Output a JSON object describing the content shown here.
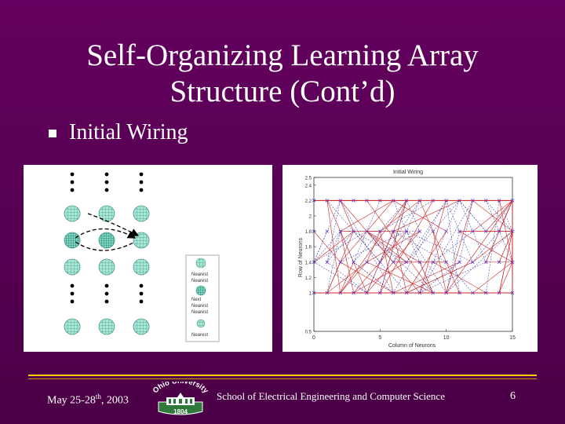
{
  "title": {
    "line1": "Self-Organizing Learning Array",
    "line2": "Structure (Cont’d)"
  },
  "bullet": {
    "text": "Initial Wiring"
  },
  "left_figure": {
    "legend": [
      "Nearest",
      "Nearest",
      "Next",
      "Nearest",
      "Nearest",
      "Nearest"
    ]
  },
  "right_figure": {
    "chart_data": {
      "type": "line",
      "title": "Initial Wiring",
      "xlabel": "Column of Neurons",
      "ylabel": "Row of Neurons",
      "xlim": [
        0,
        15
      ],
      "ylim": [
        0.5,
        2.5
      ],
      "xticks": [
        0,
        5,
        10,
        15
      ],
      "yticks": [
        0.5,
        1,
        1.2,
        1.4,
        1.6,
        1.8,
        2,
        2.2,
        2.4,
        2.5
      ],
      "ytick_labels": [
        "0.5",
        "1",
        "1.2",
        "1.4",
        "1.6",
        "1.8",
        "2",
        "2.2",
        "2.4",
        "2.5"
      ],
      "rows": [
        1,
        1.4,
        1.8,
        2.2
      ],
      "columns": [
        0,
        1,
        2,
        3,
        4,
        5,
        6,
        7,
        8,
        9,
        10,
        11,
        12,
        13,
        14,
        15
      ],
      "colors": {
        "solid": "#cc2222",
        "dashed": "#333399",
        "nodes": "#6633cc"
      }
    }
  },
  "footer": {
    "date_main": "May 25-28",
    "date_sup": "th",
    "date_year": ", 2003",
    "school": "School of Electrical Engineering and Computer Science",
    "page": "6",
    "logo_top": "Ohio University",
    "logo_year": "1804"
  }
}
